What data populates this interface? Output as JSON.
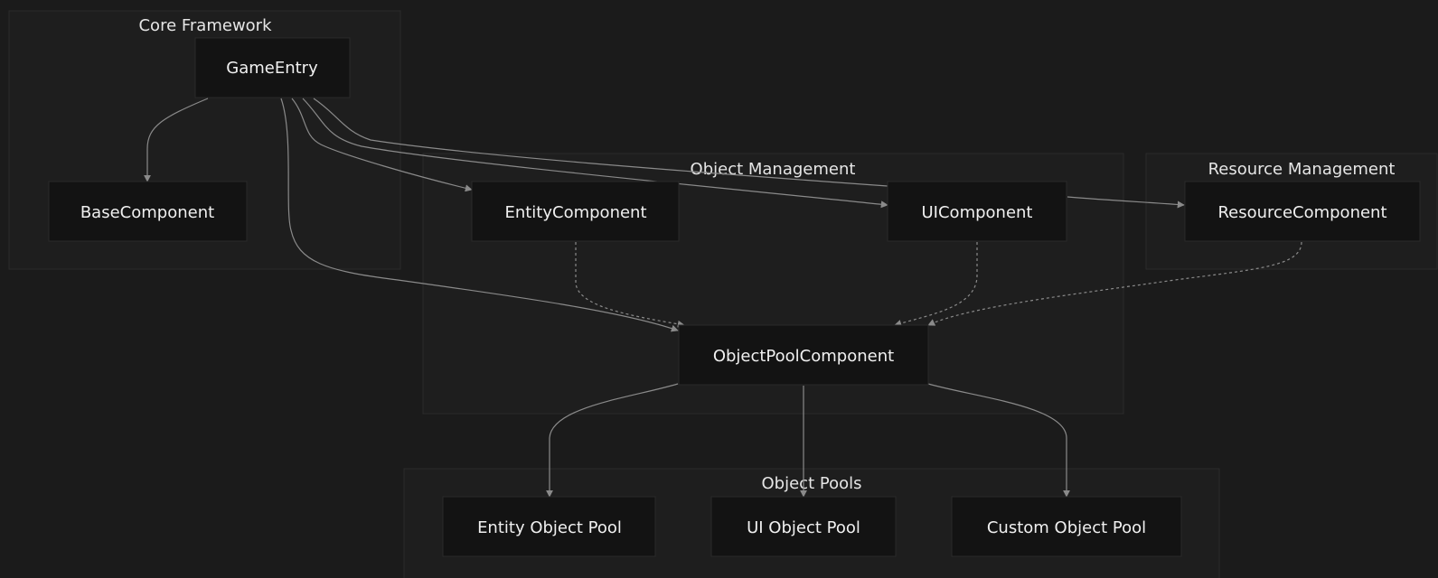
{
  "clusters": {
    "core": "Core Framework",
    "object_mgmt": "Object Management",
    "resource_mgmt": "Resource Management",
    "pools": "Object Pools"
  },
  "nodes": {
    "game_entry": "GameEntry",
    "base_component": "BaseComponent",
    "entity_component": "EntityComponent",
    "ui_component": "UIComponent",
    "resource_component": "ResourceComponent",
    "object_pool_component": "ObjectPoolComponent",
    "entity_pool": "Entity Object Pool",
    "ui_pool": "UI Object Pool",
    "custom_pool": "Custom Object Pool"
  },
  "edges": [
    {
      "from": "game_entry",
      "to": "base_component",
      "style": "solid"
    },
    {
      "from": "game_entry",
      "to": "entity_component",
      "style": "solid"
    },
    {
      "from": "game_entry",
      "to": "ui_component",
      "style": "solid"
    },
    {
      "from": "game_entry",
      "to": "resource_component",
      "style": "solid"
    },
    {
      "from": "game_entry",
      "to": "object_pool_component",
      "style": "solid"
    },
    {
      "from": "entity_component",
      "to": "object_pool_component",
      "style": "dashed"
    },
    {
      "from": "ui_component",
      "to": "object_pool_component",
      "style": "dashed"
    },
    {
      "from": "resource_component",
      "to": "object_pool_component",
      "style": "dashed"
    },
    {
      "from": "object_pool_component",
      "to": "entity_pool",
      "style": "solid"
    },
    {
      "from": "object_pool_component",
      "to": "ui_pool",
      "style": "solid"
    },
    {
      "from": "object_pool_component",
      "to": "custom_pool",
      "style": "solid"
    }
  ],
  "colors": {
    "background": "#1b1b1b",
    "cluster_fill": "#1e1e1e",
    "node_fill": "#131313",
    "edge": "#8a8a8a",
    "text": "#f0f0f0"
  }
}
